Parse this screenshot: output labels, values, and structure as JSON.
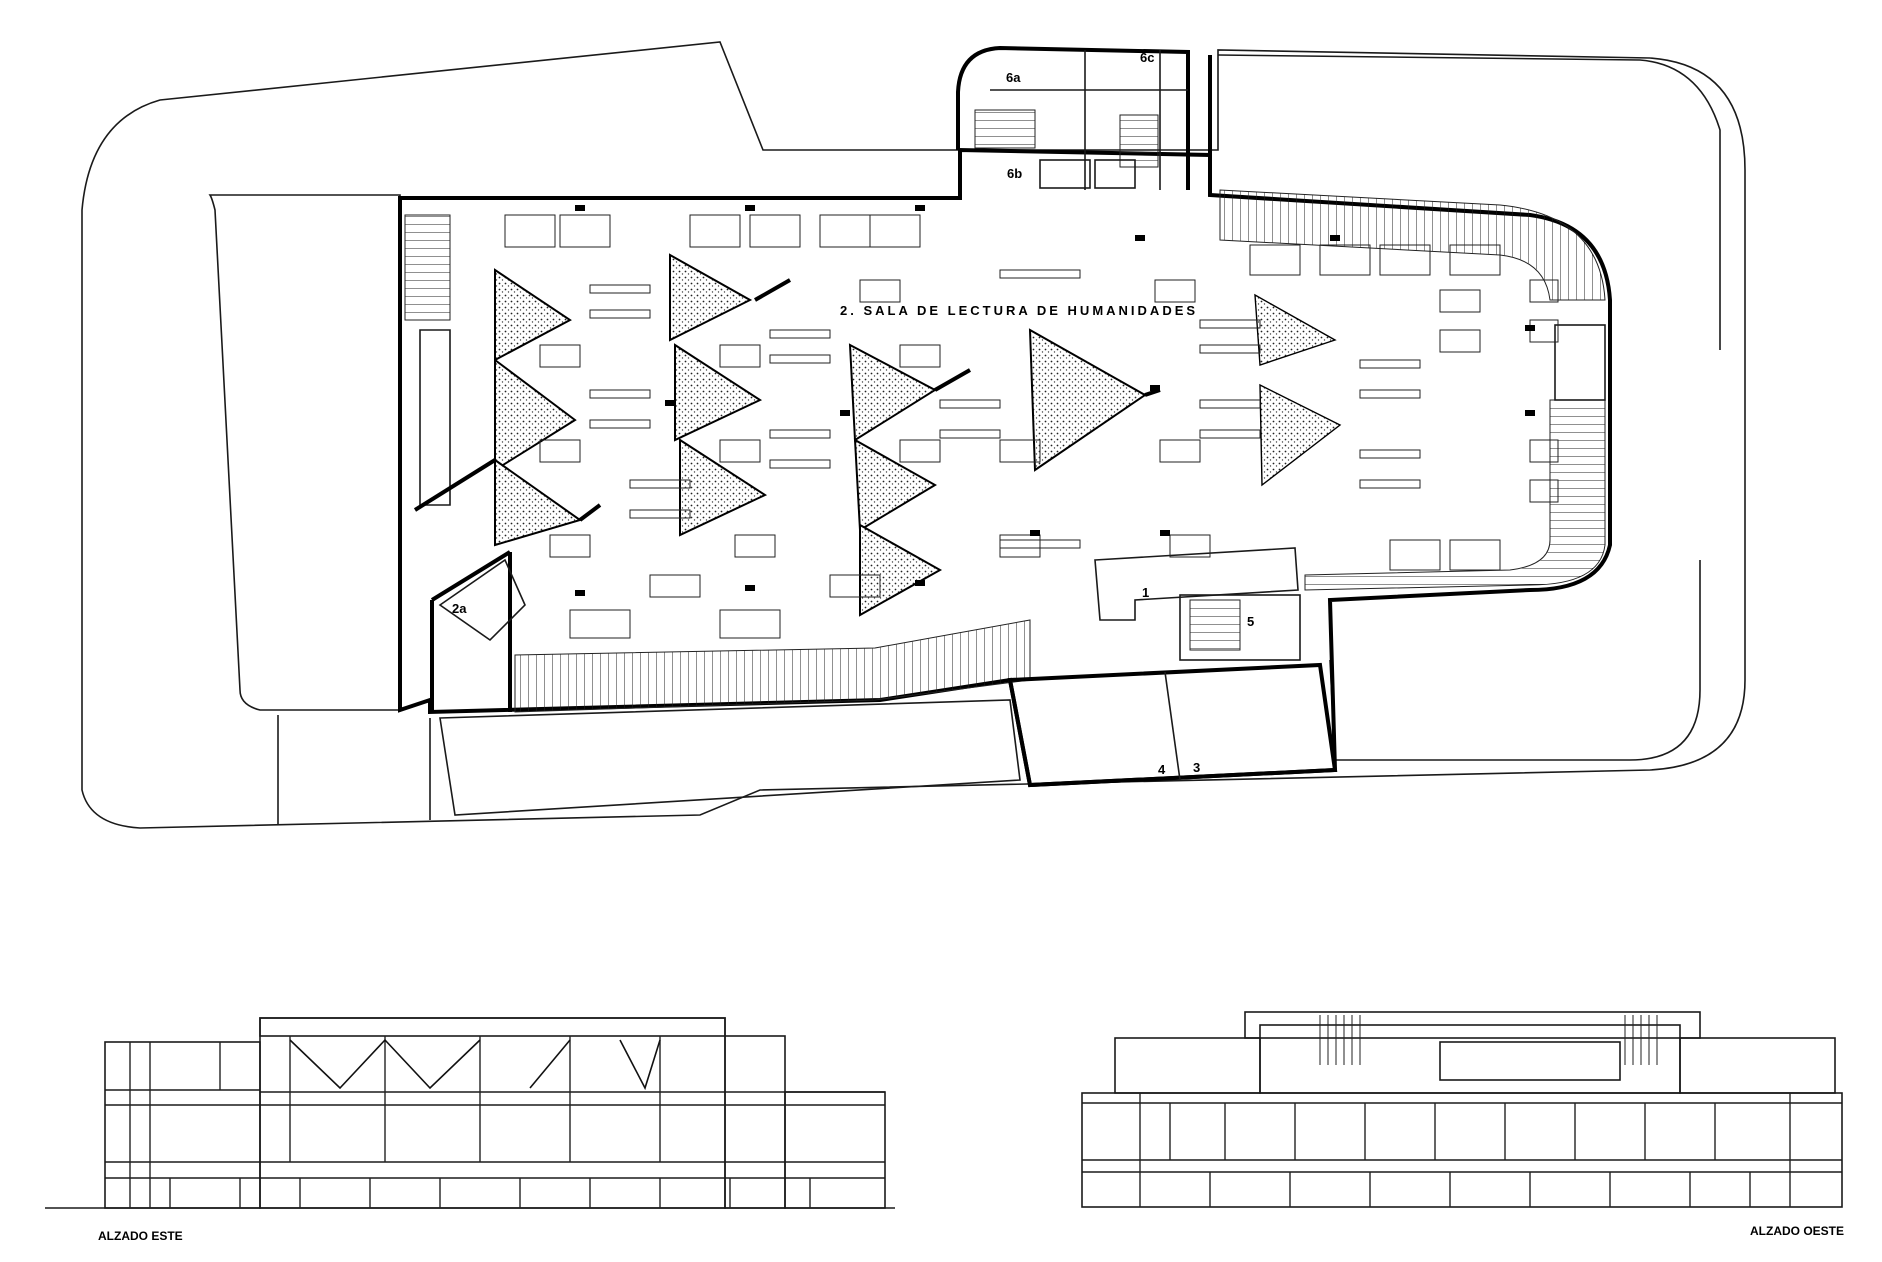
{
  "plan": {
    "reading_room_label": "2. SALA DE LECTURA DE HUMANIDADES",
    "rooms": [
      {
        "id": "r1",
        "label": "1"
      },
      {
        "id": "r2a",
        "label": "2a"
      },
      {
        "id": "r3",
        "label": "3"
      },
      {
        "id": "r4",
        "label": "4"
      },
      {
        "id": "r5",
        "label": "5"
      },
      {
        "id": "r6a",
        "label": "6a"
      },
      {
        "id": "r6b",
        "label": "6b"
      },
      {
        "id": "r6c",
        "label": "6c"
      }
    ]
  },
  "elevations": {
    "east_label": "ALZADO ESTE",
    "west_label": "ALZADO OESTE"
  }
}
